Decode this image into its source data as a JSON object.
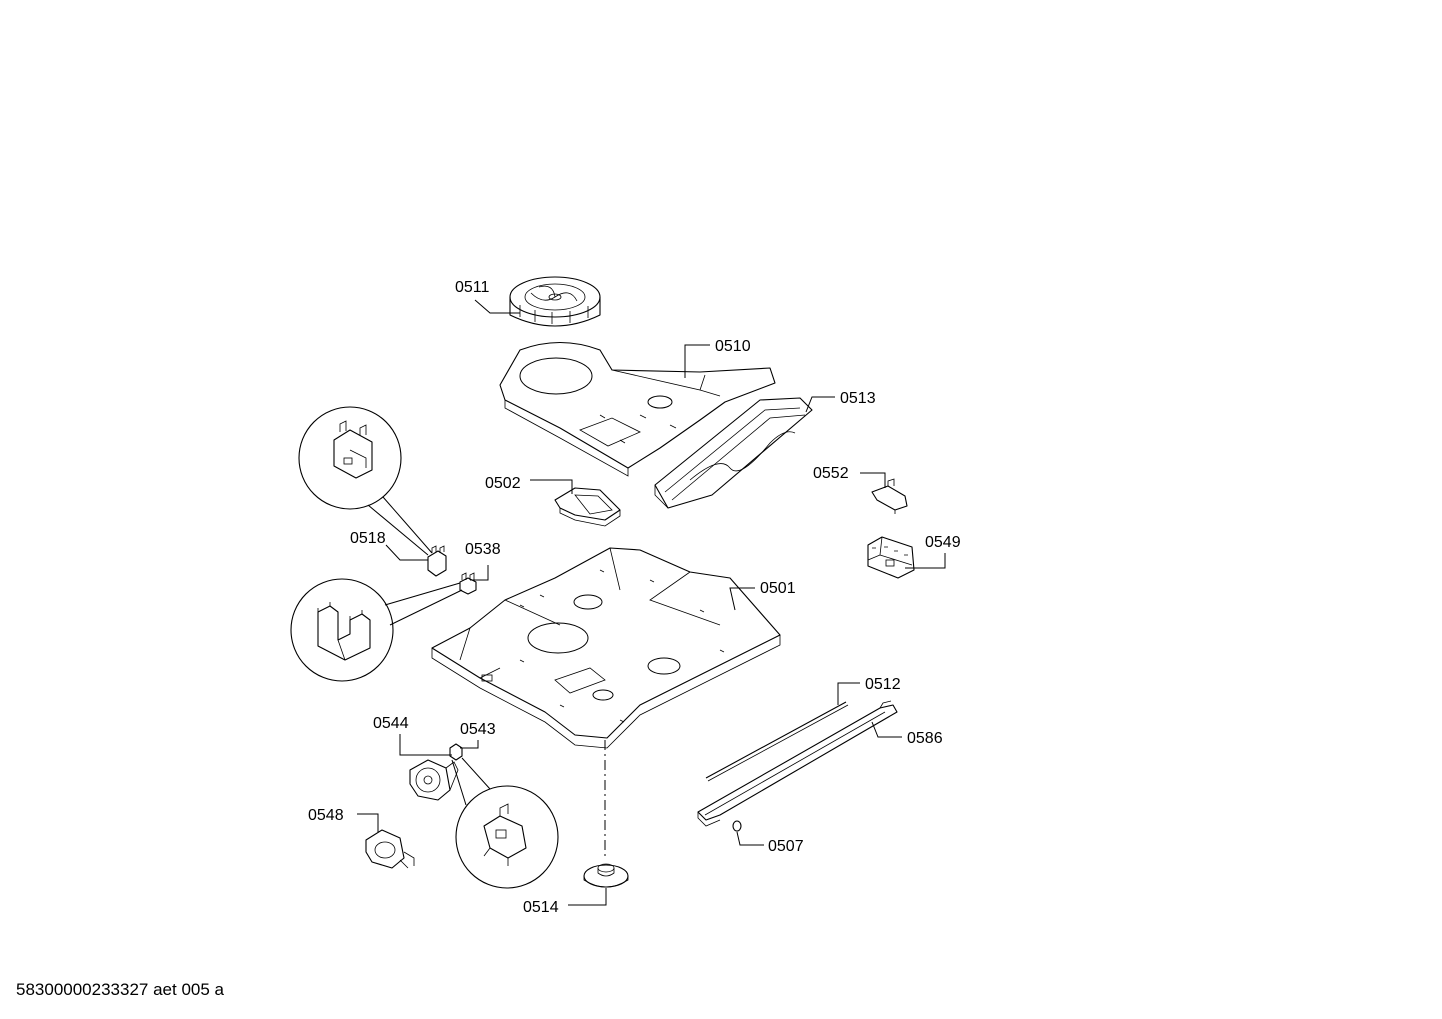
{
  "drawing": {
    "footer_text": "58300000233327 aet 005 a"
  },
  "callouts": {
    "c0511": "0511",
    "c0510": "0510",
    "c0513": "0513",
    "c0502": "0502",
    "c0552": "0552",
    "c0518": "0518",
    "c0538": "0538",
    "c0549": "0549",
    "c0501": "0501",
    "c0512": "0512",
    "c0586": "0586",
    "c0544": "0544",
    "c0543": "0543",
    "c0548": "0548",
    "c0507": "0507",
    "c0514": "0514"
  }
}
